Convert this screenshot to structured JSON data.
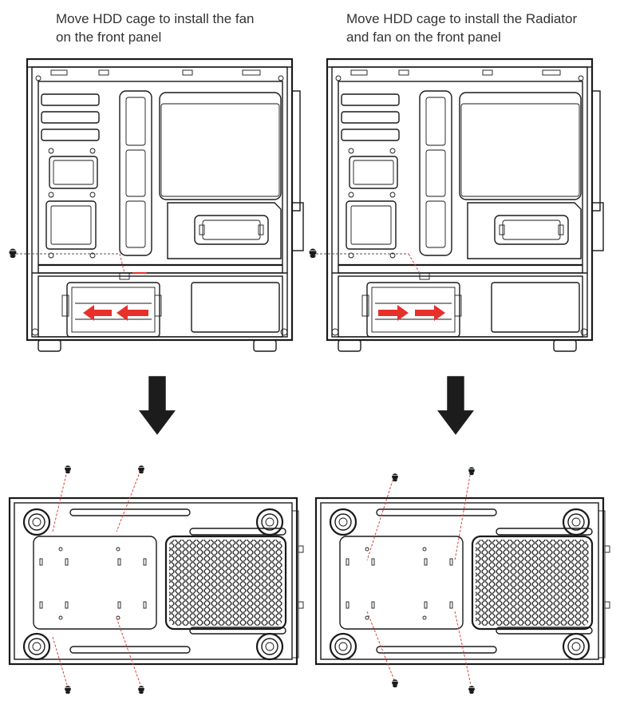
{
  "captions": {
    "left": [
      "Move HDD cage to install the fan",
      "on the front panel"
    ],
    "right": [
      "Move HDD cage to install the Radiator",
      "and fan on the front panel"
    ]
  },
  "panels": {
    "left": {
      "hdd_arrows_direction": "left"
    },
    "right": {
      "hdd_arrows_direction": "right"
    }
  },
  "colors": {
    "line": "#1a1a1a",
    "arrow_red": "#e8302a",
    "down_arrow": "#1c1c1c",
    "guide_red": "#d8453a"
  },
  "icons": [
    "screw-icon",
    "down-arrow-icon",
    "red-arrow-icon",
    "fan-mount-ring-icon",
    "honeycomb-vent-icon"
  ]
}
